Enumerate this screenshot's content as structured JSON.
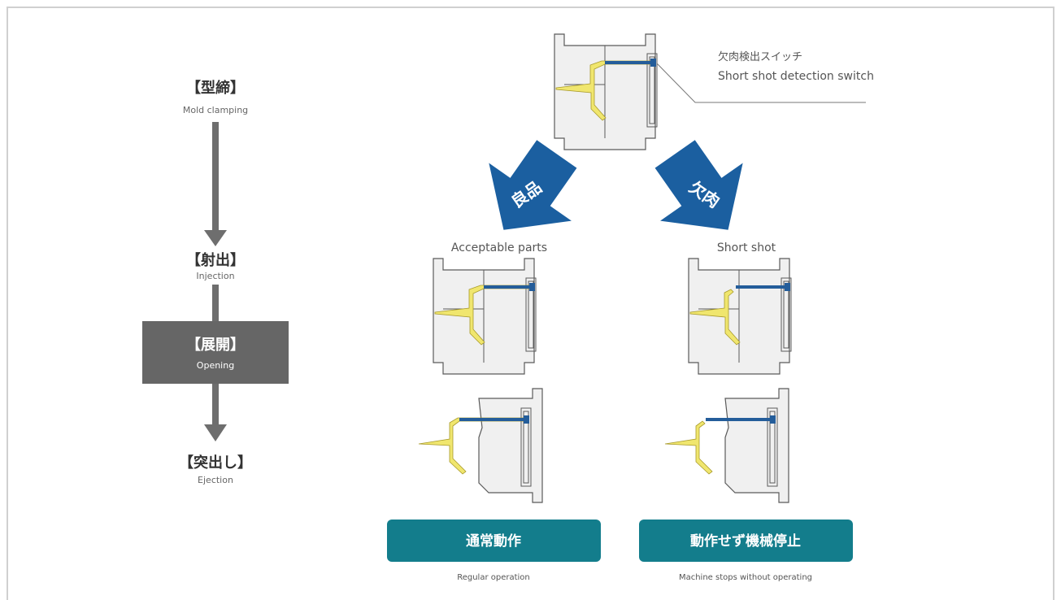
{
  "colors": {
    "flow_gray": "#6e6e6e",
    "active_box": "#666666",
    "mold_fill": "#f0f0f0",
    "mold_stroke": "#5a5a5a",
    "resin_yellow": "#f0e66e",
    "pin_blue": "#245d9a",
    "arrow_blue": "#1b5fa0",
    "teal": "#137d8c"
  },
  "steps": [
    {
      "jp": "【型締】",
      "en": "Mold clamping"
    },
    {
      "jp": "【射出】",
      "en": "Injection"
    },
    {
      "jp": "【展開】",
      "en": "Opening",
      "active": true
    },
    {
      "jp": "【突出し】",
      "en": "Ejection"
    }
  ],
  "callout": {
    "jp": "欠肉検出スイッチ",
    "en": "Short shot detection switch"
  },
  "branches": [
    {
      "arrow_label": "良品",
      "part_label": "Acceptable parts",
      "result_jp": "通常動作",
      "result_en": "Regular operation"
    },
    {
      "arrow_label": "欠肉",
      "part_label": "Short shot",
      "result_jp": "動作せず機械停止",
      "result_en": "Machine stops without operating"
    }
  ]
}
